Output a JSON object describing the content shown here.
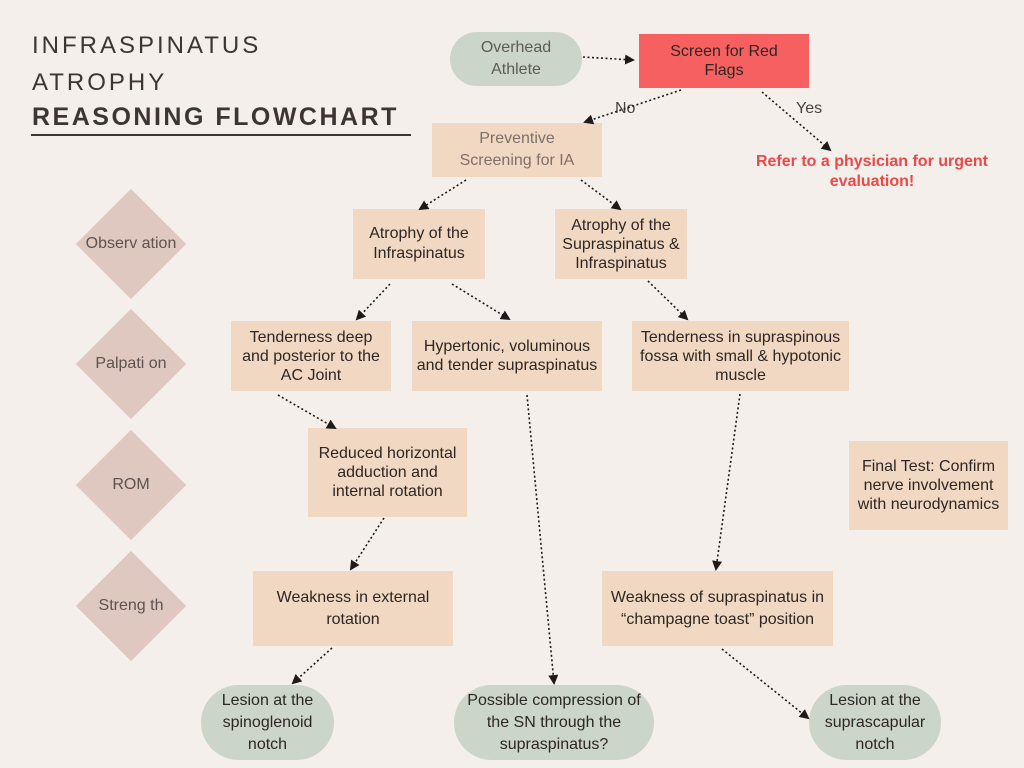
{
  "title": {
    "line1": "INFRASPINATUS",
    "line2": "ATROPHY",
    "line3": "REASONING FLOWCHART"
  },
  "nodes": {
    "start": "Overhead Athlete",
    "red_flags": "Screen for Red Flags",
    "preventive": "Preventive Screening for IA",
    "atrophy_infra": "Atrophy of the Infraspinatus",
    "atrophy_supra": "Atrophy of the Supraspinatus & Infraspinatus",
    "tender_ac": "Tenderness deep and posterior to the AC Joint",
    "hypertonic": "Hypertonic, voluminous and tender supraspinatus",
    "tender_fossa": "Tenderness in supraspinous fossa with small & hypotonic muscle",
    "reduced_rom": "Reduced horizontal adduction and internal rotation",
    "final_test": "Final Test: Confirm nerve involvement with neurodynamics",
    "weak_ext": "Weakness in external rotation",
    "weak_supra": "Weakness of supraspinatus in “champagne toast” position",
    "lesion_spino": "Lesion at the spinoglenoid notch",
    "compression": "Possible compression of the SN through the supraspinatus?",
    "lesion_supra": "Lesion at the suprascapular notch"
  },
  "branches": {
    "no": "No",
    "yes": "Yes",
    "refer": "Refer to a physician for urgent evaluation!"
  },
  "stages": {
    "observation": "Observ ation",
    "palpation": "Palpati on",
    "rom": "ROM",
    "strength": "Streng th"
  },
  "colors": {
    "background": "#f4efea",
    "box": "#f1d8c3",
    "red_box": "#f76060",
    "pill": "#cbd5ca",
    "diamond": "#dfc8c0",
    "alert_text": "#e84949"
  }
}
